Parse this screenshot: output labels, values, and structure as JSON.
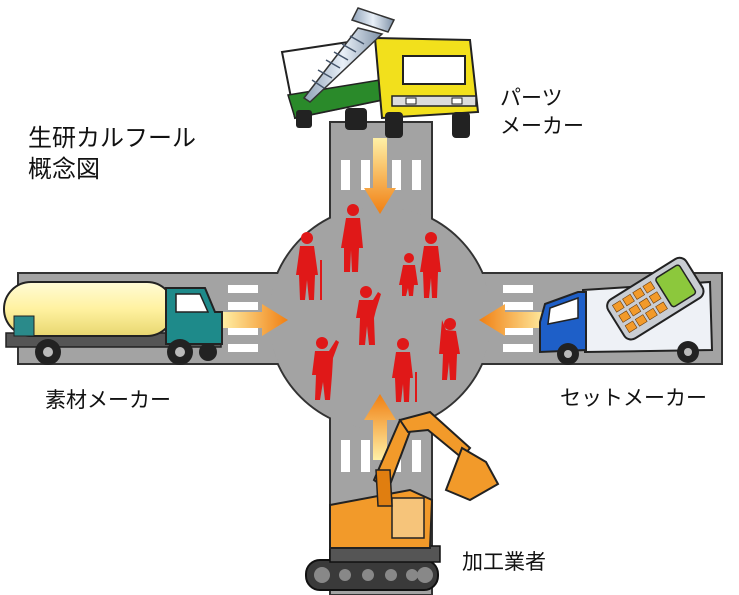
{
  "title": {
    "line1": "生研カルフール",
    "line2": "概念図"
  },
  "labels": {
    "parts_maker_line1": "パーツ",
    "parts_maker_line2": "メーカー",
    "material_maker": "素材メーカー",
    "set_maker": "セットメーカー",
    "processor": "加工業者"
  },
  "colors": {
    "road": "#a3a3a3",
    "crosswalk": "#ffffff",
    "people": "#e01818",
    "arrow_orange": "#f08a1c",
    "arrow_light": "#ffe9a0",
    "tanker_cab": "#1e8a8a",
    "tanker_tank": "#fff3a8",
    "truck_cab_yellow": "#f2e01c",
    "truck_stripe_green": "#2a8a2a",
    "set_truck_cab": "#1e5fc8",
    "excavator": "#f29a2a"
  },
  "icons": [
    "screw-icon",
    "mobile-phone-icon",
    "tanker-truck-icon",
    "box-truck-icon",
    "excavator-icon",
    "person-icon"
  ]
}
